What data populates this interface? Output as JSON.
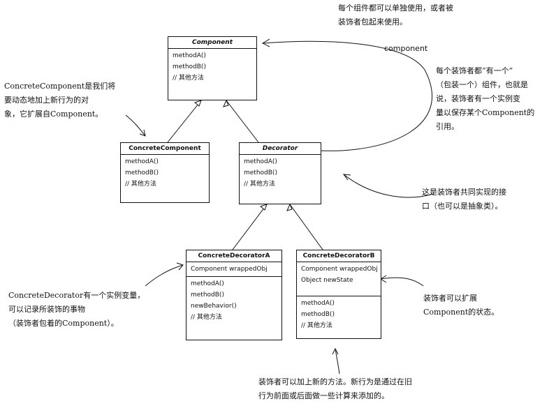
{
  "classes": {
    "component": {
      "name": "Component",
      "members": [
        "methodA()",
        "methodB()",
        "// 其他方法"
      ]
    },
    "concrete_component": {
      "name": "ConcreteComponent",
      "members": [
        "methodA()",
        "methodB()",
        "// 其他方法"
      ]
    },
    "decorator": {
      "name": "Decorator",
      "members": [
        "methodA()",
        "methodB()",
        "// 其他方法"
      ]
    },
    "concrete_decorator_a": {
      "name": "ConcreteDecoratorA",
      "fields": [
        "Component wrappedObj"
      ],
      "members": [
        "methodA()",
        "methodB()",
        "newBehavior()",
        "// 其他方法"
      ]
    },
    "concrete_decorator_b": {
      "name": "ConcreteDecoratorB",
      "fields": [
        "Component wrappedObj",
        "Object newState"
      ],
      "members": [
        "methodA()",
        "methodB()",
        "// 其他方法"
      ]
    }
  },
  "association_label": "component",
  "notes": {
    "top": [
      "每个组件都可以单独使用，或者被",
      "装饰者包起来使用。"
    ],
    "concrete_component": [
      "ConcreteComponent是我们将",
      "要动态地加上新行为的对",
      "象，它扩展自Component。"
    ],
    "has_a": [
      "每个装饰者都“有一个”",
      "（包装一个）组件，也就是",
      "说，装饰者有一个实例变",
      "量以保存某个Component的",
      "引用。"
    ],
    "interface": [
      "这是装饰者共同实现的接",
      "口（也可以是抽象类）。"
    ],
    "concrete_decorator": [
      "ConcreteDecorator有一个实例变量，",
      "可以记录所装饰的事物",
      "（装饰者包着的Component）。"
    ],
    "extend_state": [
      "装饰者可以扩展",
      "Component的状态。"
    ],
    "new_methods": [
      "装饰者可以加上新的方法。新行为是通过在旧",
      "行为前面或后面做一些计算来添加的。"
    ]
  },
  "colors": {
    "ink": "#111111",
    "background": "#ffffff",
    "watermark": "#e6e6e6"
  }
}
